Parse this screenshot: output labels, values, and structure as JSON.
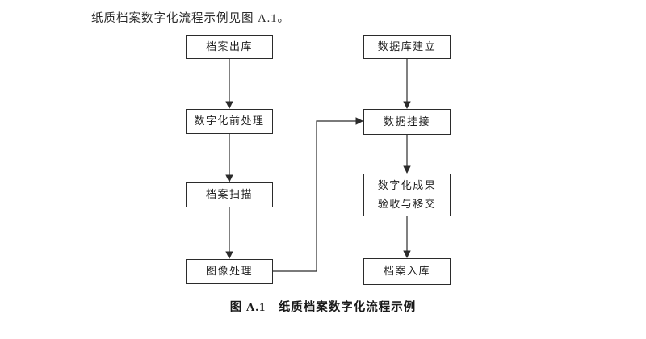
{
  "page": {
    "intro_text": "纸质档案数字化流程示例见图 A.1。",
    "caption": "图 A.1　纸质档案数字化流程示例"
  },
  "flowchart": {
    "left_column": [
      {
        "id": "archive-checkout",
        "label": "档案出库"
      },
      {
        "id": "pre-digitization",
        "label": "数字化前处理"
      },
      {
        "id": "archive-scanning",
        "label": "档案扫描"
      },
      {
        "id": "image-processing",
        "label": "图像处理"
      }
    ],
    "right_column": [
      {
        "id": "database-setup",
        "label": "数据库建立"
      },
      {
        "id": "data-linking",
        "label": "数据挂接"
      },
      {
        "id": "acceptance-transfer",
        "label": "数字化成果\n验收与移交"
      },
      {
        "id": "archive-storage",
        "label": "档案入库"
      }
    ],
    "edges": [
      {
        "from": "档案出库",
        "to": "数字化前处理"
      },
      {
        "from": "数字化前处理",
        "to": "档案扫描"
      },
      {
        "from": "档案扫描",
        "to": "图像处理"
      },
      {
        "from": "图像处理",
        "to": "数据挂接"
      },
      {
        "from": "数据库建立",
        "to": "数据挂接"
      },
      {
        "from": "数据挂接",
        "to": "数字化成果验收与移交"
      },
      {
        "from": "数字化成果验收与移交",
        "to": "档案入库"
      }
    ]
  },
  "colors": {
    "background": "#ffffff",
    "line": "#2b2b2b",
    "text": "#1f1f1f"
  }
}
